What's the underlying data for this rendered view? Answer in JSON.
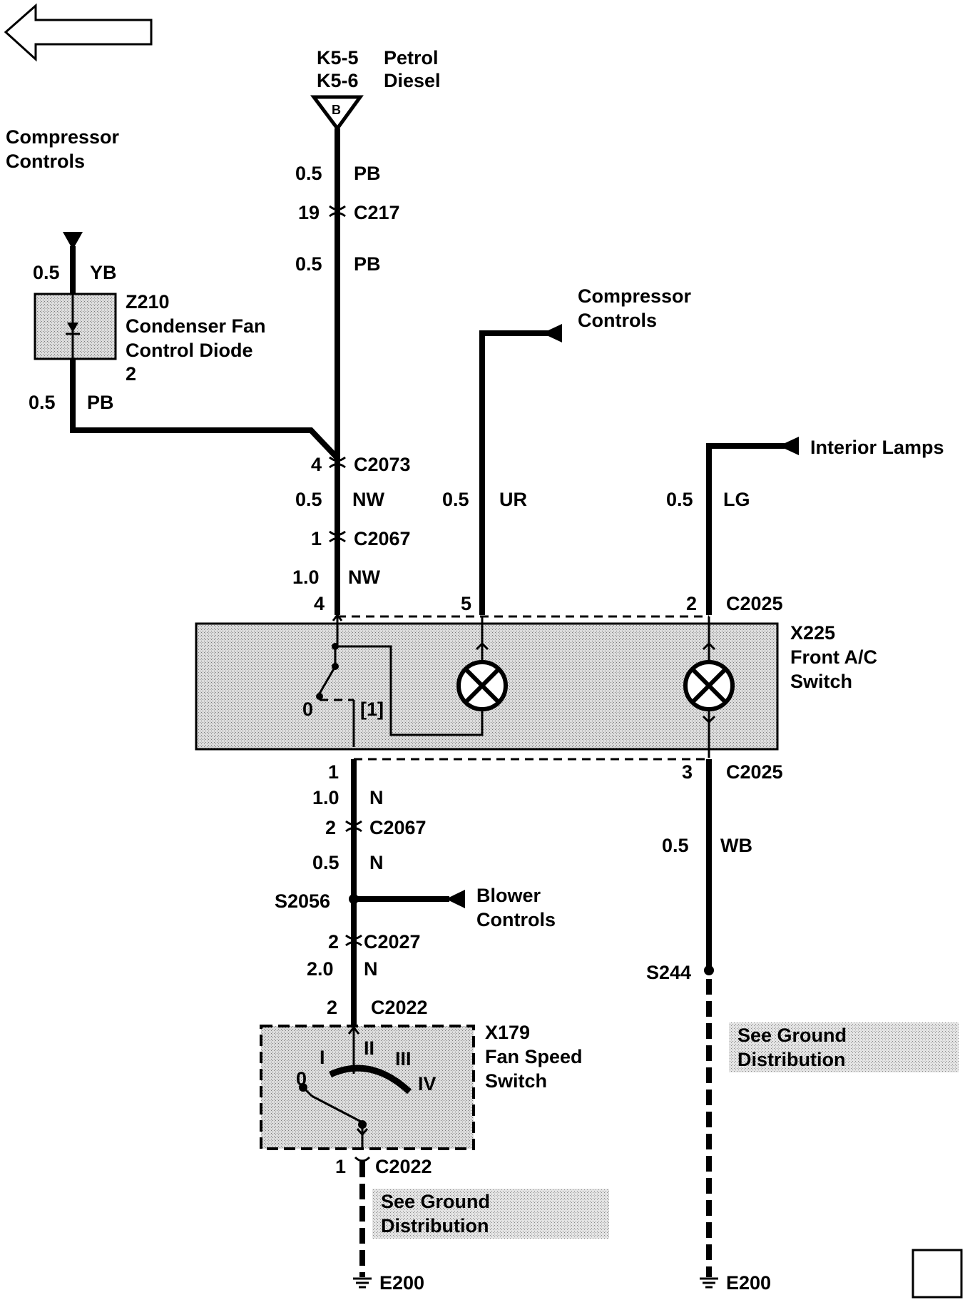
{
  "nav": {
    "back_arrow": "left-arrow-icon"
  },
  "labels": {
    "compressor_controls_left_1": "Compressor",
    "compressor_controls_left_2": "Controls",
    "k5_5": "K5-5",
    "k5_6": "K5-6",
    "petrol": "Petrol",
    "diesel": "Diesel",
    "conn_b": "B",
    "wire_pb_top_size": "0.5",
    "wire_pb_top_color": "PB",
    "c217_pin": "19",
    "c217": "C217",
    "wire_pb_mid_size": "0.5",
    "wire_pb_mid_color": "PB",
    "yb_size": "0.5",
    "yb_color": "YB",
    "z210": "Z210",
    "z210_name_1": "Condenser Fan",
    "z210_name_2": "Control Diode",
    "z210_pin": "2",
    "pb_left_size": "0.5",
    "pb_left_color": "PB",
    "compressor_controls_mid_1": "Compressor",
    "compressor_controls_mid_2": "Controls",
    "interior_lamps": "Interior Lamps",
    "c2073_pin": "4",
    "c2073": "C2073",
    "nw_size": "0.5",
    "nw_color": "NW",
    "ur_size": "0.5",
    "ur_color": "UR",
    "lg_size": "0.5",
    "lg_color": "LG",
    "c2067_top_pin": "1",
    "c2067_top": "C2067",
    "nw10_size": "1.0",
    "nw10_color": "NW",
    "x225_pin4": "4",
    "x225_pin5": "5",
    "x225_pin2": "2",
    "c2025_top": "C2025",
    "x225": "X225",
    "x225_name_1": "Front A/C",
    "x225_name_2": "Switch",
    "switch_pos_0": "0",
    "switch_pos_1": "[1]",
    "x225_pin1": "1",
    "x225_pin3": "3",
    "c2025_bottom": "C2025",
    "n10_size": "1.0",
    "n10_color": "N",
    "c2067_bot_pin": "2",
    "c2067_bot": "C2067",
    "n05_size": "0.5",
    "n05_color": "N",
    "wb_size": "0.5",
    "wb_color": "WB",
    "s2056": "S2056",
    "blower_controls_1": "Blower",
    "blower_controls_2": "Controls",
    "c2027_pin": "2",
    "c2027": "C2027",
    "n20_size": "2.0",
    "n20_color": "N",
    "s244": "S244",
    "c2022_top_pin": "2",
    "c2022_top": "C2022",
    "x179": "X179",
    "x179_name_1": "Fan Speed",
    "x179_name_2": "Switch",
    "fan_pos_0": "0",
    "fan_pos_I": "I",
    "fan_pos_II": "II",
    "fan_pos_III": "III",
    "fan_pos_IV": "IV",
    "ground_note_right_1": "See Ground",
    "ground_note_right_2": "Distribution",
    "c2022_bot_pin": "1",
    "c2022_bot": "C2022",
    "ground_note_left_1": "See Ground",
    "ground_note_left_2": "Distribution",
    "e200_left": "E200",
    "e200_right": "E200"
  }
}
